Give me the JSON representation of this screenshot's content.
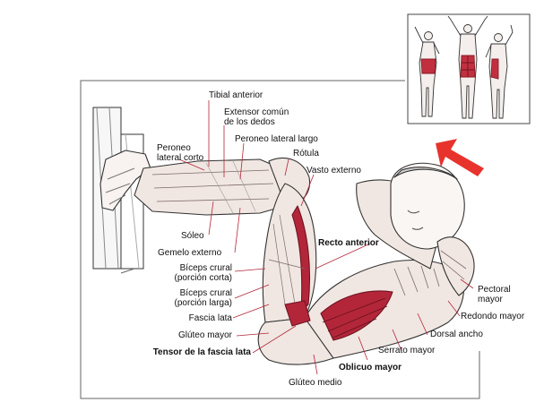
{
  "labels": {
    "tibial_anterior": "Tibial anterior",
    "extensor_comun": "Extensor común\nde los dedos",
    "peroneo_lateral_largo": "Peroneo lateral largo",
    "peroneo_lateral_corto": "Peroneo\nlateral corto",
    "rotula": "Rótula",
    "vasto_externo": "Vasto externo",
    "soleo": "Sóleo",
    "gemelo_externo": "Gemelo externo",
    "recto_anterior": "Recto anterior",
    "biceps_crural_corta": "Bíceps crural\n(porción corta)",
    "biceps_crural_larga": "Bíceps crural\n(porción larga)",
    "fascia_lata": "Fascia lata",
    "gluteo_mayor": "Glúteo mayor",
    "tensor_fascia_lata": "Tensor de la fascia lata",
    "oblicuo_mayor": "Oblicuo mayor",
    "gluteo_medio": "Glúteo medio",
    "serrato_mayor": "Serrato mayor",
    "dorsal_ancho": "Dorsal ancho",
    "redondo_mayor": "Redondo mayor",
    "pectoral_mayor": "Pectoral\nmayor"
  },
  "colors": {
    "muscle_highlight": "#b3263a",
    "muscle_light": "#f1e7e2",
    "ink": "#222222",
    "arrow": "#e8332c",
    "frame": "#444444"
  },
  "icons": [
    "anatomy-illustration",
    "inset-figures",
    "direction-arrow"
  ]
}
